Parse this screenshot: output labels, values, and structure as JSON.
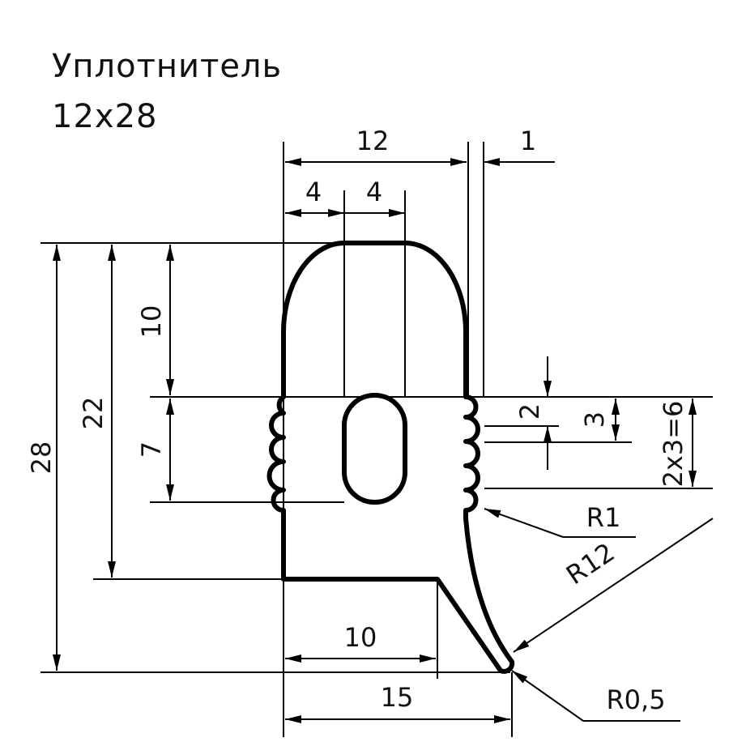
{
  "title": {
    "line1": "Уплотнитель",
    "line2": "12x28"
  },
  "dimensions": {
    "width_top": "12",
    "offset_right": "1",
    "left_quarter": "4",
    "right_quarter": "4",
    "total_height": "28",
    "body_height": "22",
    "top_height": "10",
    "groove_zone": "7",
    "groove_depth": "2",
    "groove_pitch": "3",
    "groove_series": "2x3=6",
    "radius_small": "R1",
    "radius_lip": "R12",
    "base_width": "10",
    "overall_width": "15",
    "tip_radius": "R0,5"
  },
  "colors": {
    "line": "#000000",
    "hatch": "#000000",
    "background": "#ffffff"
  }
}
